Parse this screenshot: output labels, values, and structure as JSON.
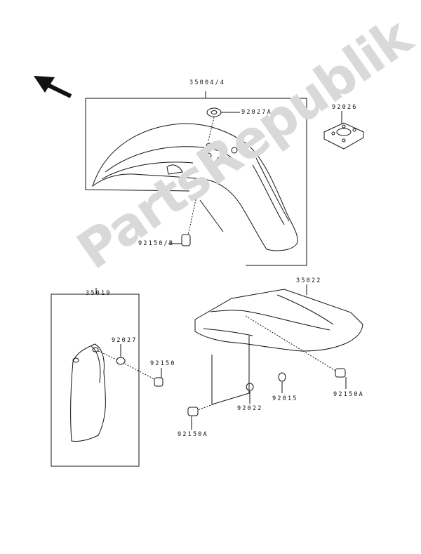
{
  "diagram": {
    "type": "exploded-parts-diagram",
    "direction_arrow": "front-arrow-up-left",
    "watermark": "PartsRepublik",
    "parts": [
      {
        "id": "35004/4",
        "name": "front-fender",
        "label": "35004/4"
      },
      {
        "id": "92027A",
        "name": "front-fender-collar",
        "label": "92027A"
      },
      {
        "id": "92026",
        "name": "fender-spacer-block",
        "label": "92026"
      },
      {
        "id": "92150/B",
        "name": "front-fender-bolt",
        "label": "92150/B"
      },
      {
        "id": "35019",
        "name": "mud-flap",
        "label": "35019"
      },
      {
        "id": "92027",
        "name": "mud-flap-collar",
        "label": "92027"
      },
      {
        "id": "92150",
        "name": "mud-flap-bolt",
        "label": "92150"
      },
      {
        "id": "35022",
        "name": "rear-fender",
        "label": "35022"
      },
      {
        "id": "92022",
        "name": "rear-fender-washer",
        "label": "92022"
      },
      {
        "id": "92015",
        "name": "rear-fender-nut",
        "label": "92015"
      },
      {
        "id": "92150A-right",
        "name": "rear-fender-bolt-right",
        "label": "92150A"
      },
      {
        "id": "92150A-left",
        "name": "rear-fender-bolt-left",
        "label": "92150A"
      }
    ]
  }
}
